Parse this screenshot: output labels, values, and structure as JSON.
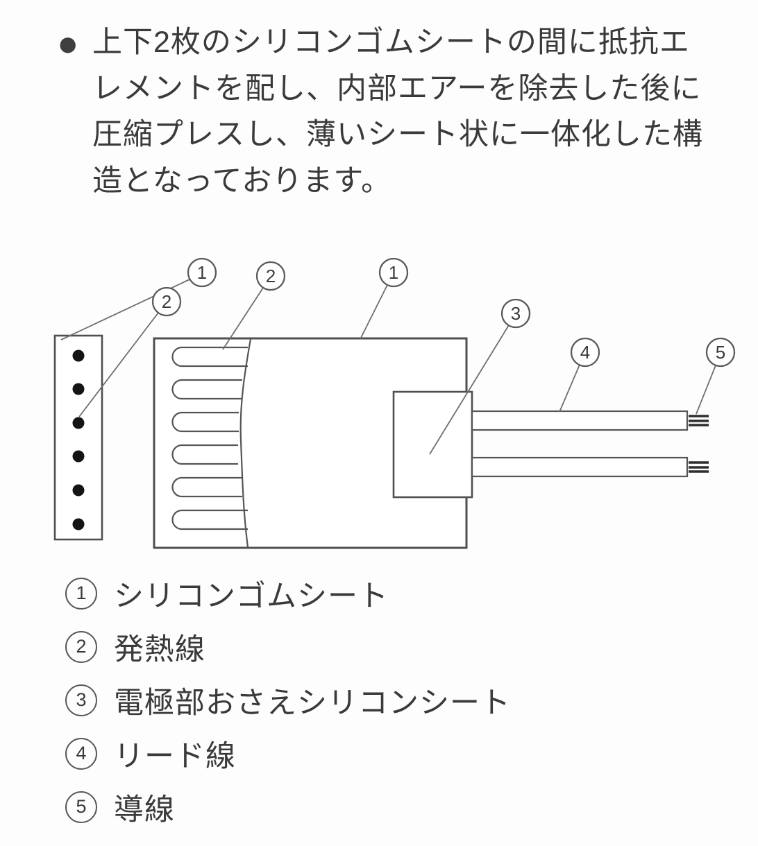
{
  "intro": {
    "bullet": "●",
    "lines": [
      "上下2枚のシリコンゴムシートの間に抵抗エ",
      "レメントを配し、内部エアーを除去した後に",
      "圧縮プレスし、薄いシート状に一体化した構",
      "造となっております。"
    ]
  },
  "diagram": {
    "callouts": {
      "c1_left": "1",
      "c2_left": "2",
      "c2_top": "2",
      "c1_top": "1",
      "c3": "3",
      "c4": "4",
      "c5": "5"
    }
  },
  "legend": {
    "items": [
      {
        "number": "1",
        "label": "シリコンゴムシート"
      },
      {
        "number": "2",
        "label": "発熱線"
      },
      {
        "number": "3",
        "label": "電極部おさえシリコンシート"
      },
      {
        "number": "4",
        "label": "リード線"
      },
      {
        "number": "5",
        "label": "導線"
      }
    ]
  },
  "colors": {
    "text": "#3a3a3a",
    "outline": "#4f4f4f",
    "leader_line": "#6e6e6e",
    "dot": "#141414",
    "background": "#fdfdfd"
  }
}
